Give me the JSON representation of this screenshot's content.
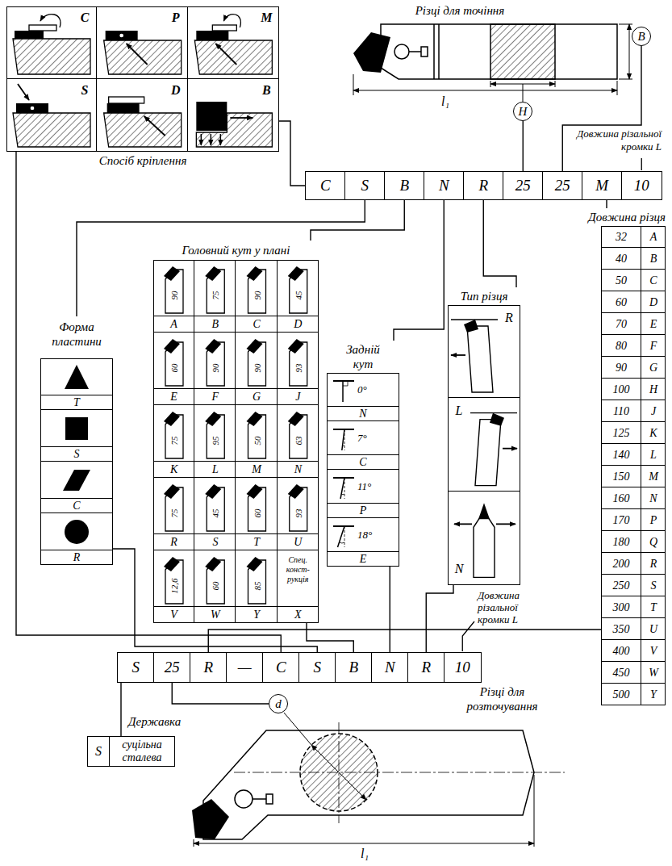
{
  "diagram": {
    "nodes": [
      {
        "text": [
          "Спосіб кріплення"
        ]
      },
      {
        "text": [
          "H"
        ]
      },
      {
        "text": [
          "B"
        ]
      },
      {
        "text": [
          "C"
        ]
      },
      {
        "text": [
          "S"
        ]
      },
      {
        "text": [
          "B"
        ]
      },
      {
        "text": [
          "N"
        ]
      },
      {
        "text": [
          "R"
        ]
      },
      {
        "text": [
          "25"
        ]
      },
      {
        "text": [
          "25"
        ]
      },
      {
        "text": [
          "M"
        ]
      },
      {
        "text": [
          "10"
        ]
      },
      {
        "text": [
          "Довжина різця"
        ]
      },
      {
        "text": [
          "Форма пластини"
        ]
      },
      {
        "text": [
          "Головний кут у плані"
        ]
      },
      {
        "text": [
          "Задній кут"
        ]
      },
      {
        "text": [
          "Тип різця"
        ]
      },
      {
        "text": [
          "S"
        ]
      },
      {
        "text": [
          "25"
        ]
      },
      {
        "text": [
          "R"
        ]
      },
      {
        "text": [
          "—"
        ]
      },
      {
        "text": [
          "C"
        ]
      },
      {
        "text": [
          "S"
        ]
      },
      {
        "text": [
          "B"
        ]
      },
      {
        "text": [
          "N"
        ]
      },
      {
        "text": [
          "R"
        ]
      },
      {
        "text": [
          "10"
        ]
      },
      {
        "text": [
          "Державка",
          "S",
          "суцільна сталева"
        ]
      },
      {
        "text": [
          "d"
        ]
      }
    ],
    "edges": [
      {
        "from": 3,
        "to": 0,
        "arrow": "none"
      },
      {
        "from": 4,
        "to": 13,
        "arrow": "none"
      },
      {
        "from": 5,
        "to": 14,
        "arrow": "none"
      },
      {
        "from": 6,
        "to": 15,
        "arrow": "none"
      },
      {
        "from": 7,
        "to": 16,
        "arrow": "none"
      },
      {
        "from": 8,
        "to": 1,
        "arrow": "none"
      },
      {
        "from": 9,
        "to": 2,
        "arrow": "none"
      },
      {
        "from": 10,
        "to": 12,
        "arrow": "none"
      },
      {
        "from": 17,
        "to": 27,
        "arrow": "none"
      },
      {
        "from": 18,
        "to": 28,
        "arrow": "none"
      },
      {
        "from": 19,
        "to": 12,
        "arrow": "none"
      },
      {
        "from": 21,
        "to": 0,
        "arrow": "none"
      },
      {
        "from": 22,
        "to": 13,
        "arrow": "none"
      },
      {
        "from": 23,
        "to": 14,
        "arrow": "none"
      },
      {
        "from": 24,
        "to": 15,
        "arrow": "none"
      },
      {
        "from": 25,
        "to": 16,
        "arrow": "none"
      }
    ],
    "labels": [
      "Різці для точіння",
      "l₁",
      "Довжина різальної кромки L",
      "C",
      "P",
      "M",
      "S",
      "D",
      "B",
      "32",
      "A",
      "40",
      "B",
      "50",
      "C",
      "60",
      "D",
      "70",
      "E",
      "80",
      "F",
      "90",
      "G",
      "100",
      "H",
      "110",
      "J",
      "125",
      "K",
      "140",
      "L",
      "150",
      "M",
      "160",
      "N",
      "170",
      "P",
      "180",
      "Q",
      "200",
      "R",
      "250",
      "S",
      "300",
      "T",
      "350",
      "U",
      "400",
      "V",
      "450",
      "W",
      "500",
      "Y",
      "T",
      "S",
      "C",
      "R",
      "90",
      "A",
      "75",
      "B",
      "90",
      "C",
      "45",
      "D",
      "60",
      "E",
      "90",
      "F",
      "90",
      "G",
      "93",
      "J",
      "75",
      "K",
      "95",
      "L",
      "50",
      "M",
      "63",
      "N",
      "75",
      "R",
      "45",
      "S",
      "60",
      "T",
      "93",
      "U",
      "12,6",
      "V",
      "60",
      "W",
      "85",
      "Y",
      "Спец. конст-рукція",
      "X",
      "0°",
      "N",
      "7°",
      "C",
      "11°",
      "P",
      "18°",
      "E",
      "R",
      "L",
      "N",
      "Довжина різальної кромки L",
      "Різці для розточування",
      "l₁"
    ]
  }
}
